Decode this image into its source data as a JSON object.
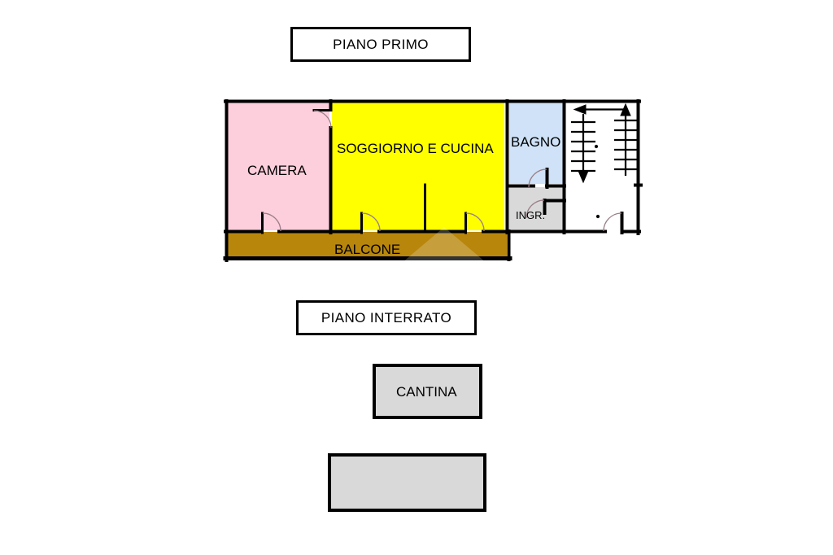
{
  "document": {
    "type": "floor-plan",
    "language": "it"
  },
  "floors": [
    {
      "id": "piano-primo",
      "title": "PIANO PRIMO",
      "rooms": [
        {
          "id": "camera",
          "label": "CAMERA",
          "color": "#fdcedc"
        },
        {
          "id": "soggiorno",
          "label": "SOGGIORNO E CUCINA",
          "color": "#ffff00"
        },
        {
          "id": "bagno",
          "label": "BAGNO",
          "color": "#cfe2f7"
        },
        {
          "id": "ingresso",
          "label": "INGR.",
          "color": "#d9d9d9"
        },
        {
          "id": "balcone",
          "label": "BALCONE",
          "color": "#b8860b"
        },
        {
          "id": "vano-scala",
          "label": "",
          "color": "#ffffff"
        }
      ]
    },
    {
      "id": "piano-interrato",
      "title": "PIANO INTERRATO",
      "rooms": [
        {
          "id": "cantina",
          "label": "CANTINA",
          "color": "#d9d9d9"
        },
        {
          "id": "deposito",
          "label": "",
          "color": "#d9d9d9"
        }
      ]
    }
  ],
  "colors": {
    "wall": "#000000",
    "background": "#ffffff",
    "camera_fill": "#fdcedc",
    "soggiorno_fill": "#ffff00",
    "bagno_fill": "#cfe2f7",
    "ingresso_fill": "#d9d9d9",
    "balcone_fill": "#b8860b",
    "gray_fill": "#d9d9d9",
    "door_arc": "#9a7f88"
  },
  "symbols": {
    "stair_up_arrow": "stairs-up-arrow",
    "stair_down_arrow": "stairs-down-arrow",
    "door_swing": "door-swing-arc"
  }
}
